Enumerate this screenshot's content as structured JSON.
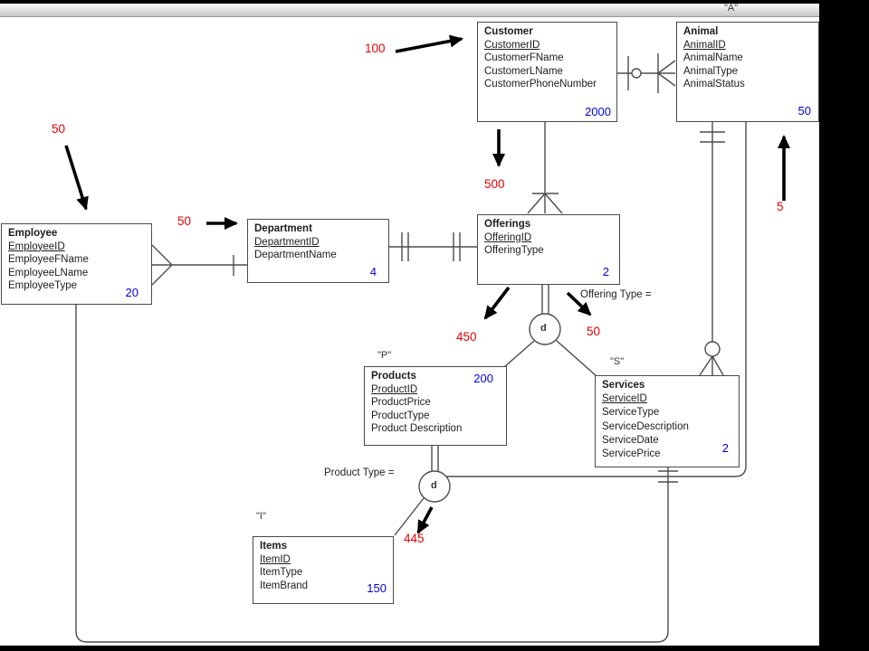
{
  "diagram": {
    "type": "er-diagram",
    "colors": {
      "annotation_red": "#e60000",
      "count_blue": "#0000e0",
      "line_gray": "#4d4d4d"
    }
  },
  "entities": {
    "customer": {
      "name": "Customer",
      "attributes": [
        "CustomerID",
        "CustomerFName",
        "CustomerLName",
        "CustomerPhoneNumber"
      ],
      "count": "2000"
    },
    "animal": {
      "name": "Animal",
      "attributes": [
        "AnimalID",
        "AnimalName",
        "AnimalType",
        "AnimalStatus"
      ],
      "count": "50",
      "tag": "\"A\""
    },
    "employee": {
      "name": "Employee",
      "attributes": [
        "EmployeeID",
        "EmployeeFName",
        "EmployeeLName",
        "EmployeeType"
      ],
      "count": "20"
    },
    "department": {
      "name": "Department",
      "attributes": [
        "DepartmentID",
        "DepartmentName"
      ],
      "count": "4"
    },
    "offerings": {
      "name": "Offerings",
      "attributes": [
        "OfferingID",
        "OfferingType"
      ],
      "count": "2"
    },
    "products": {
      "name": "Products",
      "attributes": [
        "ProductID",
        "ProductPrice",
        "ProductType",
        "Product Description"
      ],
      "count": "200",
      "tag": "\"P\""
    },
    "services": {
      "name": "Services",
      "attributes": [
        "ServiceID",
        "ServiceType",
        "ServiceDescription",
        "ServiceDate",
        "ServicePrice"
      ],
      "count": "2",
      "tag": "\"S\""
    },
    "items": {
      "name": "Items",
      "attributes": [
        "ItemID",
        "ItemType",
        "ItemBrand"
      ],
      "count": "150",
      "tag": "\"I\""
    }
  },
  "subtypes": {
    "offerings_label": "d",
    "products_label": "d"
  },
  "labels": {
    "offering_type": "Offering Type =",
    "product_type": "Product Type ="
  },
  "annotations": {
    "to_customer": "100",
    "customer_to_offerings": "500",
    "to_employee": "50",
    "to_department": "50",
    "offerings_to_products": "450",
    "offerings_to_services": "50",
    "to_items": "445",
    "to_animal": "5"
  }
}
